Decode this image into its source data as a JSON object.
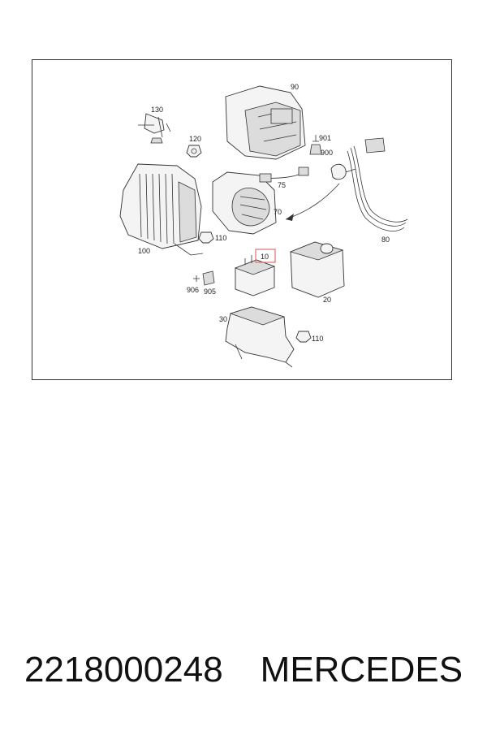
{
  "labels": {
    "p90": "90",
    "p901": "901",
    "p900": "900",
    "p130": "130",
    "p120": "120",
    "p75": "75",
    "p80": "80",
    "p70": "70",
    "p110a": "110",
    "p100": "100",
    "p10": "10",
    "p906": "906",
    "p905": "905",
    "p20": "20",
    "p30": "30",
    "p110b": "110"
  },
  "highlight_color": "#e07070",
  "caption": {
    "part_number": "2218000248",
    "brand": "MERCEDES"
  }
}
